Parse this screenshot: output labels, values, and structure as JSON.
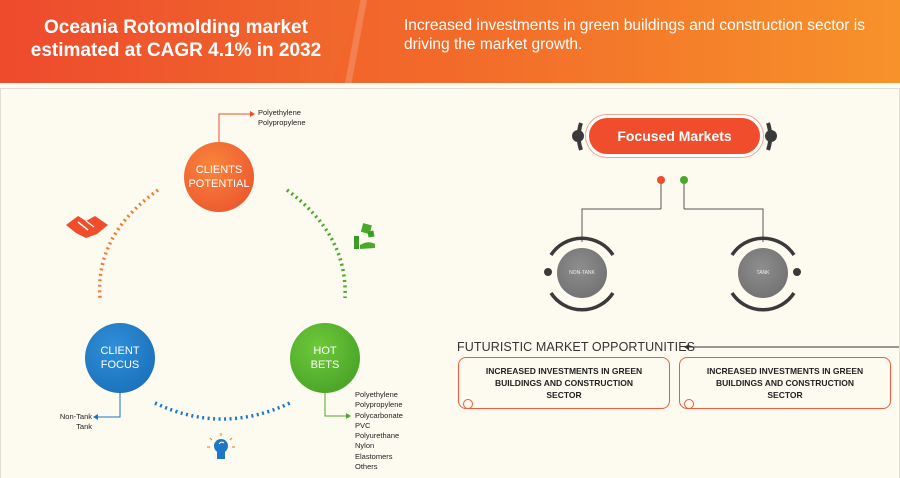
{
  "header": {
    "title": "Oceania Rotomolding market estimated at CAGR 4.1% in 2032",
    "subtitle": "Increased investments in green buildings and construction sector is driving the market growth."
  },
  "cycle": {
    "clients_potential": {
      "line1": "CLIENTS",
      "line2": "POTENTIAL",
      "items": [
        "Polyethylene",
        "Polypropylene"
      ]
    },
    "client_focus": {
      "line1": "CLIENT",
      "line2": "FOCUS",
      "items": [
        "Non-Tank",
        "Tank"
      ]
    },
    "hot_bets": {
      "line1": "HOT",
      "line2": "BETS",
      "items": [
        "Polyethylene",
        "Polypropylene",
        "Polycarbonate",
        "PVC",
        "Polyurethane",
        "Nylon",
        "Elastomers",
        "Others"
      ]
    }
  },
  "focused_markets": {
    "title": "Focused Markets",
    "left_label": "NON-TANK",
    "right_label": "TANK"
  },
  "opportunities": {
    "title": "FUTURISTIC MARKET OPPORTUNITIES",
    "boxes": [
      "INCREASED INVESTMENTS IN GREEN BUILDINGS AND CONSTRUCTION SECTOR",
      "INCREASED INVESTMENTS IN GREEN BUILDINGS AND CONSTRUCTION SECTOR"
    ]
  },
  "colors": {
    "orange": "#ef4d2b",
    "blue": "#1e77c4",
    "green": "#4aa82a",
    "gray": "#7a7a7a"
  }
}
